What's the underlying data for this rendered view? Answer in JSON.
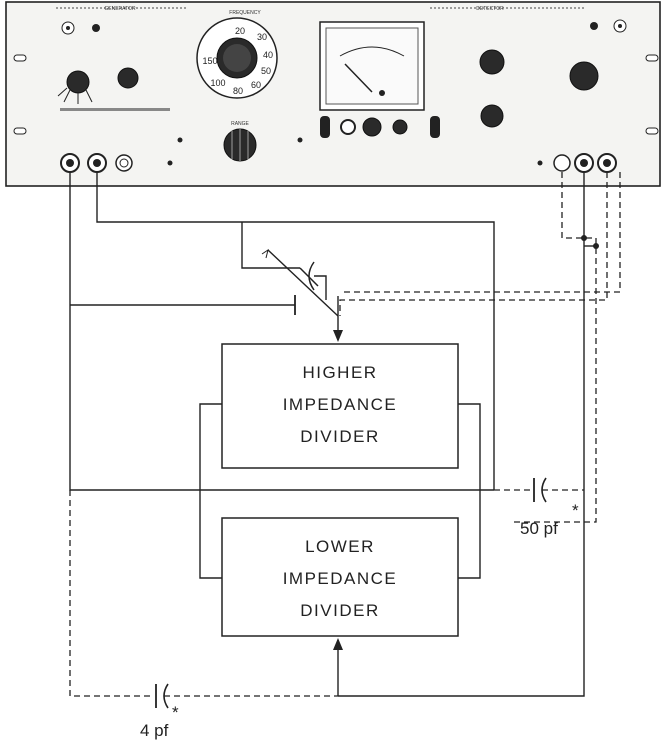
{
  "blocks": {
    "higher": {
      "line1": "HIGHER",
      "line2": "IMPEDANCE",
      "line3": "DIVIDER"
    },
    "lower": {
      "line1": "LOWER",
      "line2": "IMPEDANCE",
      "line3": "DIVIDER"
    }
  },
  "capacitors": {
    "c50": {
      "value": "50 pf",
      "mark": "*"
    },
    "c4": {
      "value": "4 pf",
      "mark": "*"
    }
  },
  "panel": {
    "generator_label": "GENERATOR",
    "frequency_label": "FREQUENCY",
    "detector_label": "DETECTOR",
    "range_label": "RANGE",
    "dial_numbers": [
      "20",
      "30",
      "40",
      "50",
      "60",
      "80",
      "100",
      "150"
    ]
  }
}
